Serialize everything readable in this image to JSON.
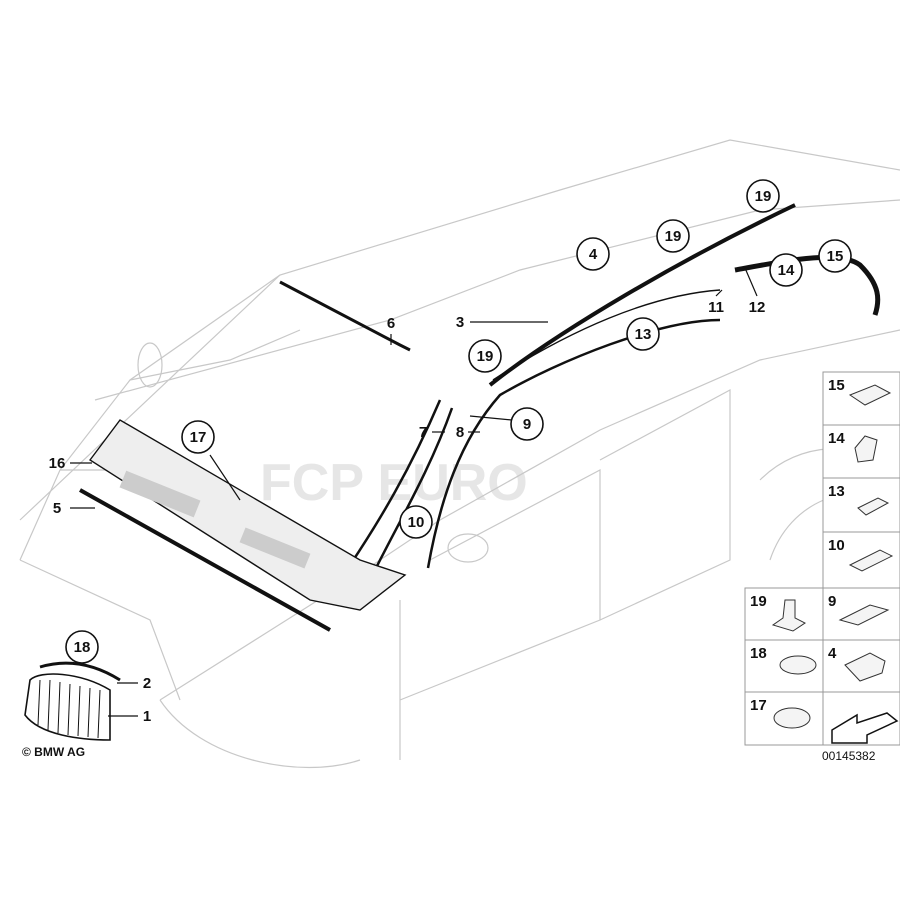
{
  "diagram": {
    "watermark": "FCP EURO",
    "copyright": "© BMW AG",
    "diagram_number": "00145382",
    "callouts_circled": [
      "19",
      "19",
      "4",
      "14",
      "15",
      "13",
      "19",
      "9",
      "17",
      "10",
      "18"
    ],
    "callouts_plain": [
      "6",
      "3",
      "11",
      "12",
      "7",
      "8",
      "16",
      "5",
      "2",
      "1"
    ],
    "legend_single_column": [
      "15",
      "14",
      "13",
      "10"
    ],
    "legend_grid": [
      [
        "19",
        "9"
      ],
      [
        "18",
        "4"
      ],
      [
        "17",
        ""
      ]
    ]
  }
}
